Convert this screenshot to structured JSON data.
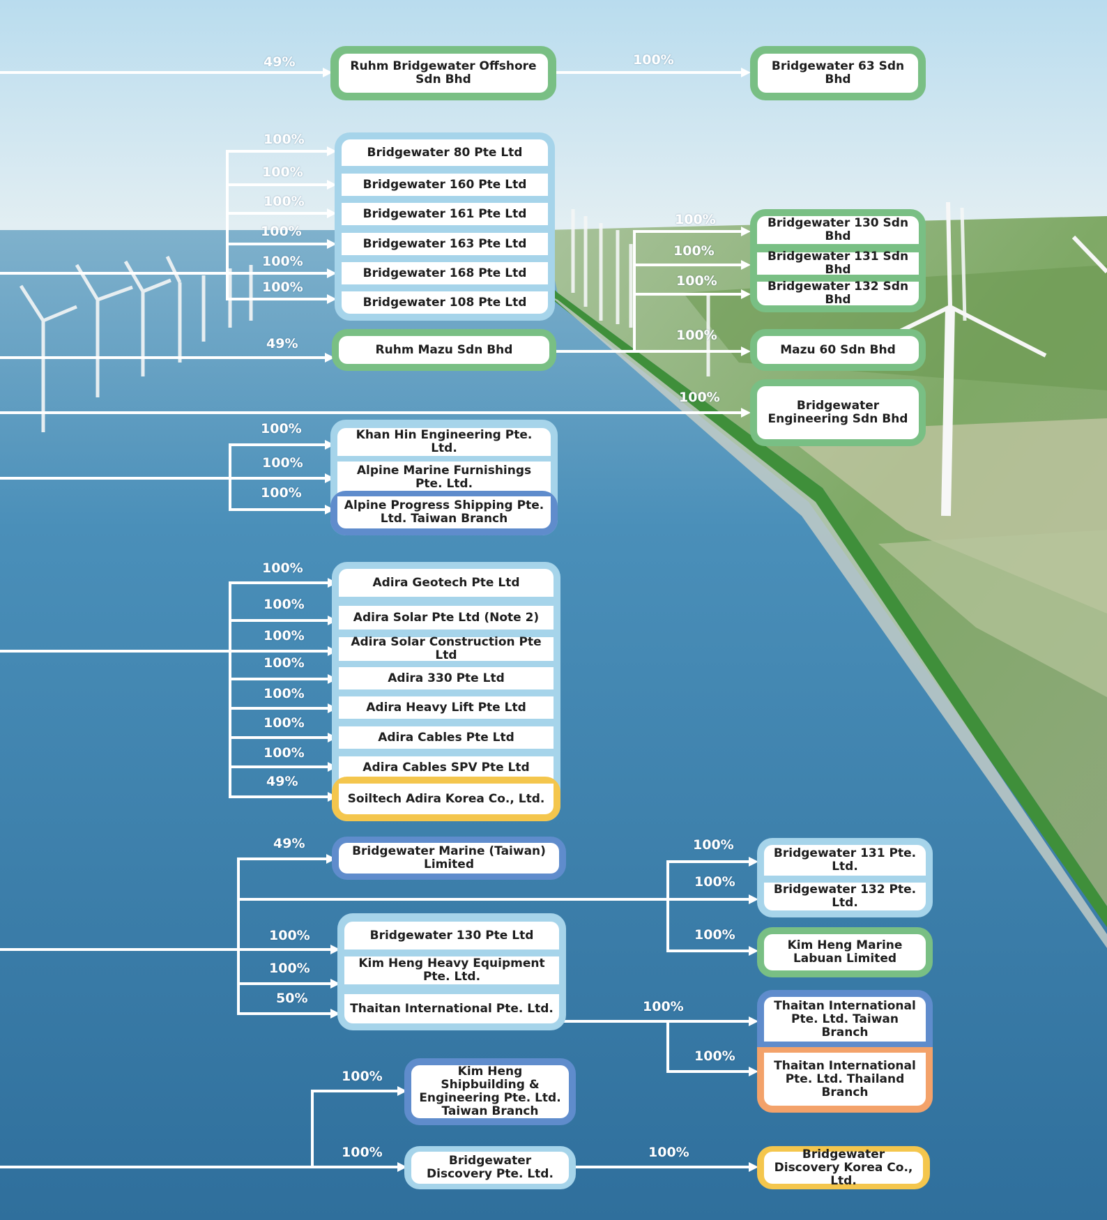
{
  "colors": {
    "sky": "#dcecf4",
    "sea": "#3f86b3",
    "land": "#7fae5c",
    "green": "#79bf84",
    "light_blue": "#a6d4ea",
    "blue": "#5f8ccc",
    "orange": "#f3a26a",
    "yellow": "#f4c64d",
    "connector": "#ffffff"
  },
  "entities": {
    "ruhm_bridgewater_offshore": "Ruhm Bridgewater Offshore Sdn Bhd",
    "bridgewater_63": "Bridgewater 63 Sdn Bhd",
    "bridgewater_80": "Bridgewater 80 Pte Ltd",
    "bridgewater_160": "Bridgewater 160 Pte Ltd",
    "bridgewater_161": "Bridgewater 161 Pte Ltd",
    "bridgewater_163": "Bridgewater 163 Pte Ltd",
    "bridgewater_168": "Bridgewater 168 Pte Ltd",
    "bridgewater_108": "Bridgewater 108 Pte Ltd",
    "bridgewater_130_sdn": "Bridgewater 130 Sdn Bhd",
    "bridgewater_131_sdn": "Bridgewater 131 Sdn Bhd",
    "bridgewater_132_sdn": "Bridgewater 132 Sdn Bhd",
    "ruhm_mazu": "Ruhm Mazu Sdn Bhd",
    "mazu_60": "Mazu 60 Sdn Bhd",
    "bridgewater_engineering": "Bridgewater Engineering Sdn Bhd",
    "khan_hin": "Khan Hin Engineering Pte. Ltd.",
    "alpine_marine": "Alpine Marine Furnishings Pte. Ltd.",
    "alpine_progress": "Alpine Progress Shipping Pte. Ltd. Taiwan Branch",
    "adira_geotech": "Adira Geotech Pte Ltd",
    "adira_solar": "Adira Solar Pte Ltd (Note 2)",
    "adira_solar_construction": "Adira Solar Construction Pte Ltd",
    "adira_330": "Adira 330 Pte Ltd",
    "adira_heavy_lift": "Adira Heavy Lift Pte Ltd",
    "adira_cables": "Adira Cables Pte Ltd",
    "adira_cables_spv": "Adira Cables SPV Pte Ltd",
    "soiltech_adira": "Soiltech Adira Korea Co., Ltd.",
    "bridgewater_marine_taiwan": "Bridgewater Marine (Taiwan) Limited",
    "bridgewater_131_pte": "Bridgewater 131 Pte. Ltd.",
    "bridgewater_132_pte": "Bridgewater 132 Pte. Ltd.",
    "kim_heng_marine_labuan": "Kim Heng Marine Labuan Limited",
    "bridgewater_130_pte": "Bridgewater 130 Pte Ltd",
    "kim_heng_heavy": "Kim Heng Heavy Equipment Pte. Ltd.",
    "thaitan_international": "Thaitan International Pte. Ltd.",
    "thaitan_taiwan": "Thaitan International Pte. Ltd. Taiwan Branch",
    "thaitan_thailand": "Thaitan International Pte. Ltd. Thailand Branch",
    "kim_heng_shipbuilding": "Kim Heng Shipbuilding & Engineering Pte. Ltd. Taiwan Branch",
    "bridgewater_discovery": "Bridgewater Discovery Pte. Ltd.",
    "bridgewater_discovery_korea": "Bridgewater Discovery Korea Co., Ltd."
  },
  "percentages": {
    "p1": "49%",
    "p2": "100%",
    "p3": "100%",
    "p4": "100%",
    "p5": "100%",
    "p6": "100%",
    "p7": "100%",
    "p8": "100%",
    "p9": "100%",
    "p10": "100%",
    "p11": "100%",
    "p12": "49%",
    "p13": "100%",
    "p14": "100%",
    "p15": "100%",
    "p16": "100%",
    "p17": "100%",
    "p18": "100%",
    "p19": "100%",
    "p20": "100%",
    "p21": "100%",
    "p22": "100%",
    "p23": "100%",
    "p24": "100%",
    "p25": "49%",
    "p26": "49%",
    "p27": "100%",
    "p28": "100%",
    "p29": "100%",
    "p30": "100%",
    "p31": "100%",
    "p32": "50%",
    "p33": "100%",
    "p34": "100%",
    "p35": "100%",
    "p36": "100%",
    "p37": "100%"
  }
}
